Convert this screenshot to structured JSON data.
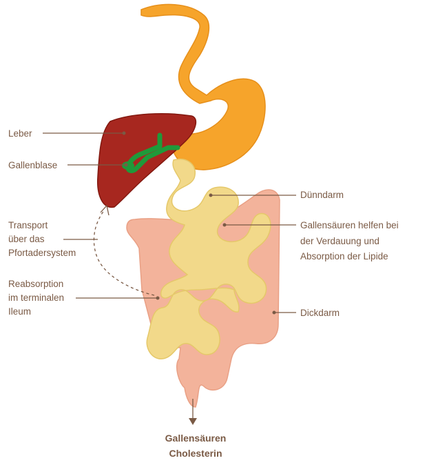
{
  "diagram": {
    "labels": {
      "leber": "Leber",
      "gallenblase": "Gallenblase",
      "transport": [
        "Transport",
        "über das",
        "Pfortadersystem"
      ],
      "reabsorption": [
        "Reabsorption",
        "im terminalen",
        "Ileum"
      ],
      "duenndarm": "Dünndarm",
      "gallensaeuren_helfen": [
        "Gallensäuren helfen bei",
        "der Verdauung und",
        "Absorption der Lipide"
      ],
      "dickdarm": "Dickdarm",
      "output": [
        "Gallensäuren",
        "Cholesterin"
      ]
    },
    "colors": {
      "stomach": "#f6a42b",
      "liver": "#a7271f",
      "gallbladder": "#1f9a3a",
      "small_intestine": "#f2d98a",
      "large_intestine": "#f3b39b",
      "text": "#7a5a45"
    }
  }
}
